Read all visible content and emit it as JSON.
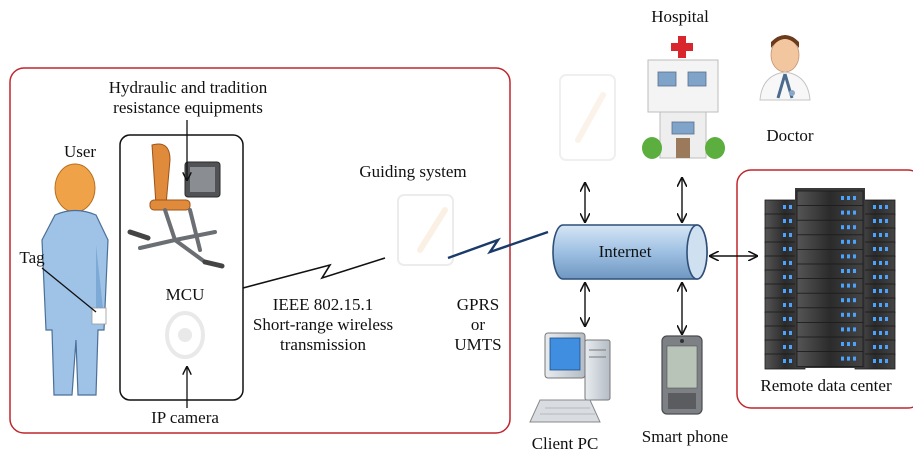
{
  "labels": {
    "equipment_line1": "Hydraulic and tradition",
    "equipment_line2": "resistance equipments",
    "user": "User",
    "tag": "Tag",
    "mcu": "MCU",
    "ip_camera": "IP camera",
    "ieee_line1": "IEEE 802.15.1",
    "ieee_line2": "Short-range wireless",
    "ieee_line3": "transmission",
    "guiding_system": "Guiding system",
    "gprs": "GPRS",
    "or": "or",
    "umts": "UMTS",
    "internet": "Internet",
    "hospital": "Hospital",
    "doctor": "Doctor",
    "remote_data_center": "Remote data center",
    "client_pc": "Client PC",
    "smart_phone": "Smart phone"
  },
  "colors": {
    "region_border": "#c0272d",
    "internet_fill": "#a8c8e8",
    "internet_stroke": "#2f4f78",
    "lightning": "#1a3a6a",
    "user_body": "#9fc3e6",
    "user_head": "#f0a248",
    "server_dark": "#3a3a3a",
    "server_led": "#4aa3ff",
    "hospital_cross": "#d8262c",
    "hospital_green": "#5cae3f"
  },
  "icons": [
    "user-figure-icon",
    "resistance-equipment-icon",
    "camera-icon",
    "guiding-device-icon",
    "hospital-icon",
    "doctor-icon",
    "server-rack-icon",
    "desktop-pc-icon",
    "smartphone-icon"
  ]
}
